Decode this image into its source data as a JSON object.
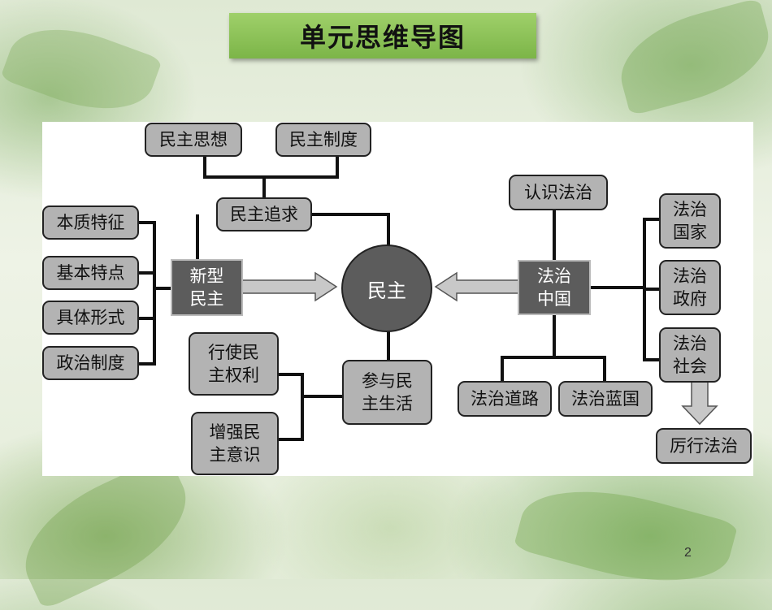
{
  "title": "单元思维导图",
  "page_number": "2",
  "colors": {
    "title_bg": "#8cc25a",
    "node_fill": "#b3b3b3",
    "dark_fill": "#5c5c5c",
    "panel": "#ffffff"
  },
  "diagram": {
    "center": "民主",
    "left": {
      "hub": "新型\n民主",
      "traits": [
        "本质特征",
        "基本特点",
        "具体形式",
        "政治制度"
      ]
    },
    "top": {
      "hub": "民主追求",
      "items": [
        "民主思想",
        "民主制度"
      ]
    },
    "bottom": {
      "hub": "参与民\n主生活",
      "items": [
        "行使民\n主权利",
        "增强民\n主意识"
      ]
    },
    "right": {
      "hub": "法治\n中国",
      "top_item": "认识法治",
      "bottom_items": [
        "法治道路",
        "法治蓝国"
      ],
      "side_items": [
        "法治\n国家",
        "法治\n政府",
        "法治\n社会"
      ],
      "result": "厉行法治"
    }
  }
}
